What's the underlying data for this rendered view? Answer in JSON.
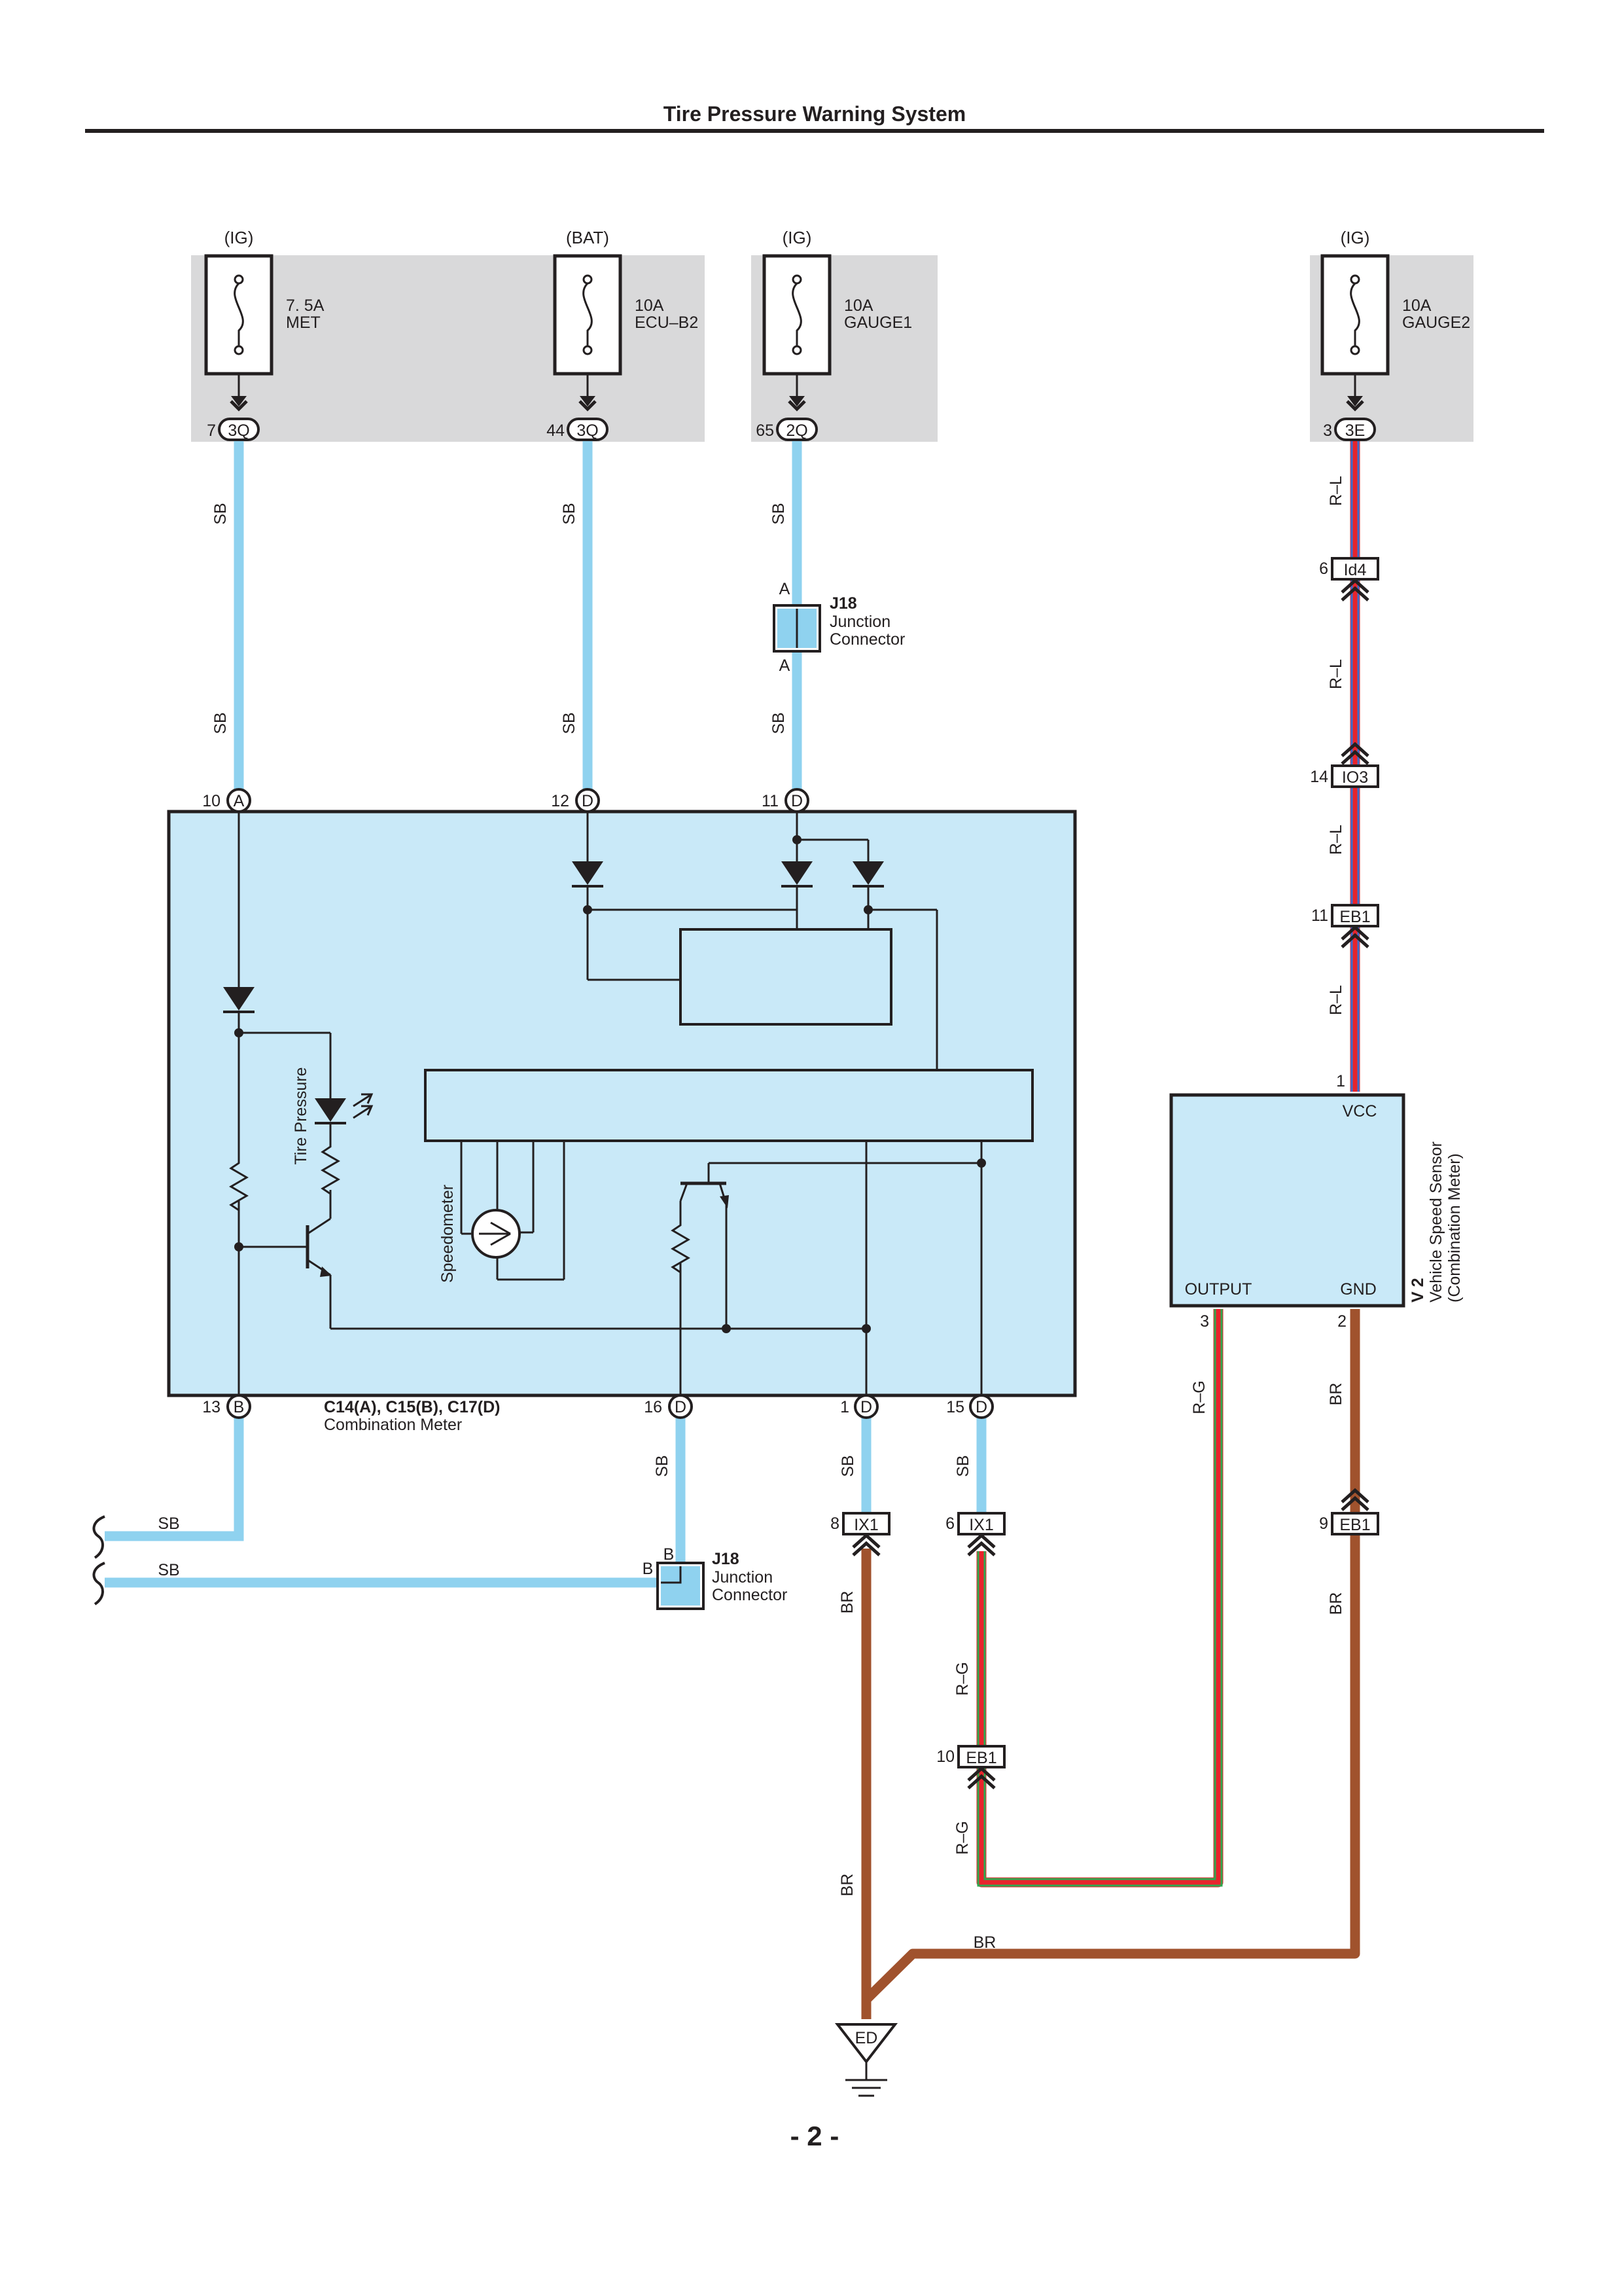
{
  "page_title": "Tire Pressure Warning System",
  "page_number": "- 2 -",
  "colors": {
    "fuse_bg": "#d9d9da",
    "module_fill": "#c9e9f8",
    "wire_sb": "#8fd2ef",
    "wire_br": "#a0522d",
    "wire_red": "#e8242c",
    "wire_green": "#2fa84f",
    "wire_blue": "#3a6fd0"
  },
  "fuses": [
    {
      "source": "(IG)",
      "rating": "7. 5A",
      "name": "MET",
      "pin": "7",
      "connector": "3Q"
    },
    {
      "source": "(BAT)",
      "rating": "10A",
      "name": "ECU–B2",
      "pin": "44",
      "connector": "3Q"
    },
    {
      "source": "(IG)",
      "rating": "10A",
      "name": "GAUGE1",
      "pin": "65",
      "connector": "2Q"
    },
    {
      "source": "(IG)",
      "rating": "10A",
      "name": "GAUGE2",
      "pin": "3",
      "connector": "3E"
    }
  ],
  "wire_labels": {
    "sb": "SB",
    "rl": "R–L",
    "rg": "R–G",
    "br": "BR"
  },
  "junction_top": {
    "id": "J18",
    "line1": "Junction",
    "line2": "Connector",
    "pin_top": "A",
    "pin_bottom": "A"
  },
  "junction_bottom": {
    "id": "J18",
    "line1": "Junction",
    "line2": "Connector",
    "pin_top": "B",
    "pin_left": "B"
  },
  "meter": {
    "name": "C14(A), C15(B), C17(D)",
    "desc": "Combination Meter",
    "lamp_label": "Tire Pressure",
    "gauge_label": "Speedometer",
    "top_pins": [
      {
        "num": "10",
        "letter": "A"
      },
      {
        "num": "12",
        "letter": "D"
      },
      {
        "num": "11",
        "letter": "D"
      }
    ],
    "bottom_pins": [
      {
        "num": "13",
        "letter": "B"
      },
      {
        "num": "16",
        "letter": "D"
      },
      {
        "num": "1",
        "letter": "D"
      },
      {
        "num": "15",
        "letter": "D"
      }
    ]
  },
  "connectors": {
    "id4": {
      "num": "6",
      "code": "Id4"
    },
    "io3": {
      "num": "14",
      "code": "IO3"
    },
    "eb1_11": {
      "num": "11",
      "code": "EB1"
    },
    "ix1_8": {
      "num": "8",
      "code": "IX1"
    },
    "ix1_6": {
      "num": "6",
      "code": "IX1"
    },
    "eb1_9": {
      "num": "9",
      "code": "EB1"
    },
    "eb1_10": {
      "num": "10",
      "code": "EB1"
    }
  },
  "sensor": {
    "id": "V 2",
    "name": "Vehicle Speed Sensor",
    "sub": "(Combination Meter)",
    "vcc": "VCC",
    "output": "OUTPUT",
    "gnd": "GND",
    "pin_vcc": "1",
    "pin_output": "3",
    "pin_gnd": "2"
  },
  "ground": "ED"
}
